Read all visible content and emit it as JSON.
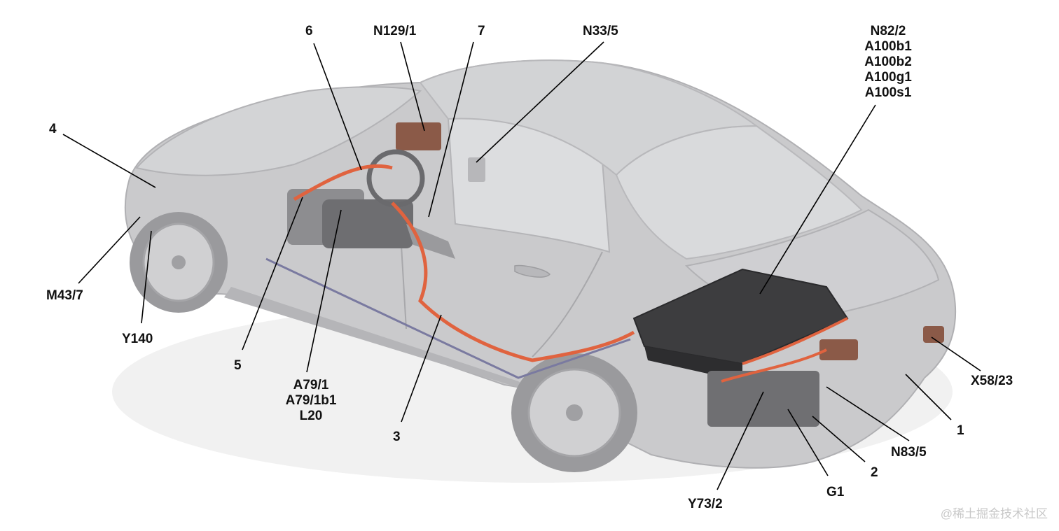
{
  "labels": {
    "l6": "6",
    "n129_1": "N129/1",
    "l7": "7",
    "n33_5": "N33/5",
    "battery_group": [
      "N82/2",
      "A100b1",
      "A100b2",
      "A100g1",
      "A100s1"
    ],
    "l4": "4",
    "m43_7": "M43/7",
    "y140": "Y140",
    "l5": "5",
    "a79_group": [
      "A79/1",
      "A79/1b1",
      "L20"
    ],
    "l3": "3",
    "x58_23": "X58/23",
    "l1": "1",
    "n83_5": "N83/5",
    "l2": "2",
    "g1": "G1",
    "y73_2": "Y73/2"
  },
  "watermark": "@稀土掘金技术社区",
  "colors": {
    "body": "#c9c9cb",
    "body_dark": "#a9a9ac",
    "glass": "#d7d8da",
    "cable_orange": "#e0633f",
    "battery": "#3d3d3f",
    "component_brown": "#8b5a48",
    "leader": "#000000"
  }
}
